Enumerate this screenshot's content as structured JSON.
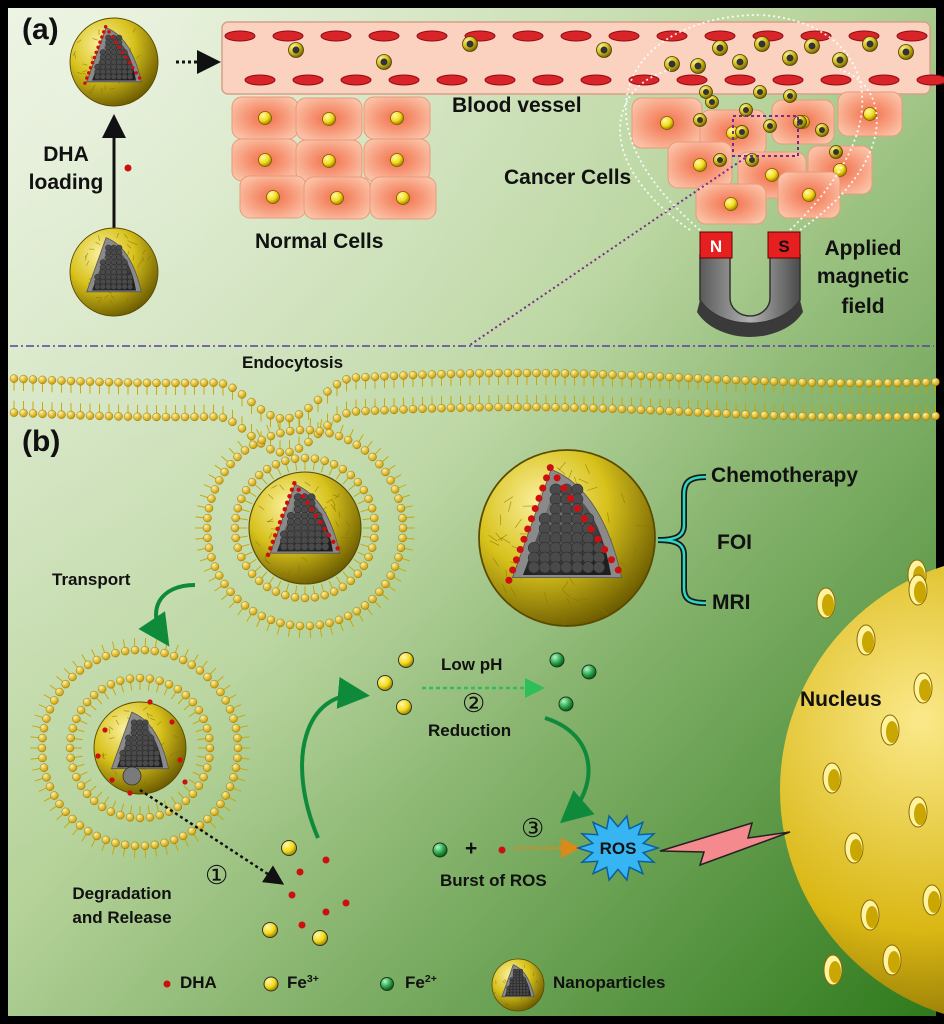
{
  "panel_a": {
    "tag": "(a)",
    "dha_loading": [
      "DHA",
      "loading"
    ],
    "blood_vessel": "Blood vessel",
    "normal_cells": "Normal Cells",
    "cancer_cells": "Cancer Cells",
    "magnet_n": "N",
    "magnet_s": "S",
    "applied_field": [
      "Applied",
      "magnetic",
      "field"
    ]
  },
  "panel_b": {
    "tag": "(b)",
    "endocytosis": "Endocytosis",
    "transport": "Transport",
    "degradation": [
      "Degradation",
      "and Release"
    ],
    "step1": "①",
    "step2": "②",
    "step3": "③",
    "low_ph": "Low pH",
    "reduction": "Reduction",
    "plus": "+",
    "burst": "Burst of ROS",
    "ros": "ROS",
    "nucleus": "Nucleus",
    "applications": [
      "Chemotherapy",
      "FOI",
      "MRI"
    ]
  },
  "legend": {
    "dha": "DHA",
    "fe3": {
      "base": "Fe",
      "sup": "3+"
    },
    "fe2": {
      "base": "Fe",
      "sup": "2+"
    },
    "nanoparticles": "Nanoparticles"
  },
  "colors": {
    "background_light": "#d7e7c0",
    "background_dark": "#2f7a1c",
    "shell": "#d8c21c",
    "core": "#3a3a3a",
    "dha_dot": "#cc1010",
    "fe3_dot": "#f4dc1a",
    "fe2_dot": "#29a64a",
    "vessel": "#fbd2bf",
    "rbc": "#d9252a",
    "cell": "#f7b090",
    "ros_burst": "#36b5f2",
    "bolt": "#f48a8e",
    "arrow_green": "#0f8a3a",
    "arrow_dotted": "#1a1a1a",
    "arrow_magenta": "#7a2a8a"
  }
}
